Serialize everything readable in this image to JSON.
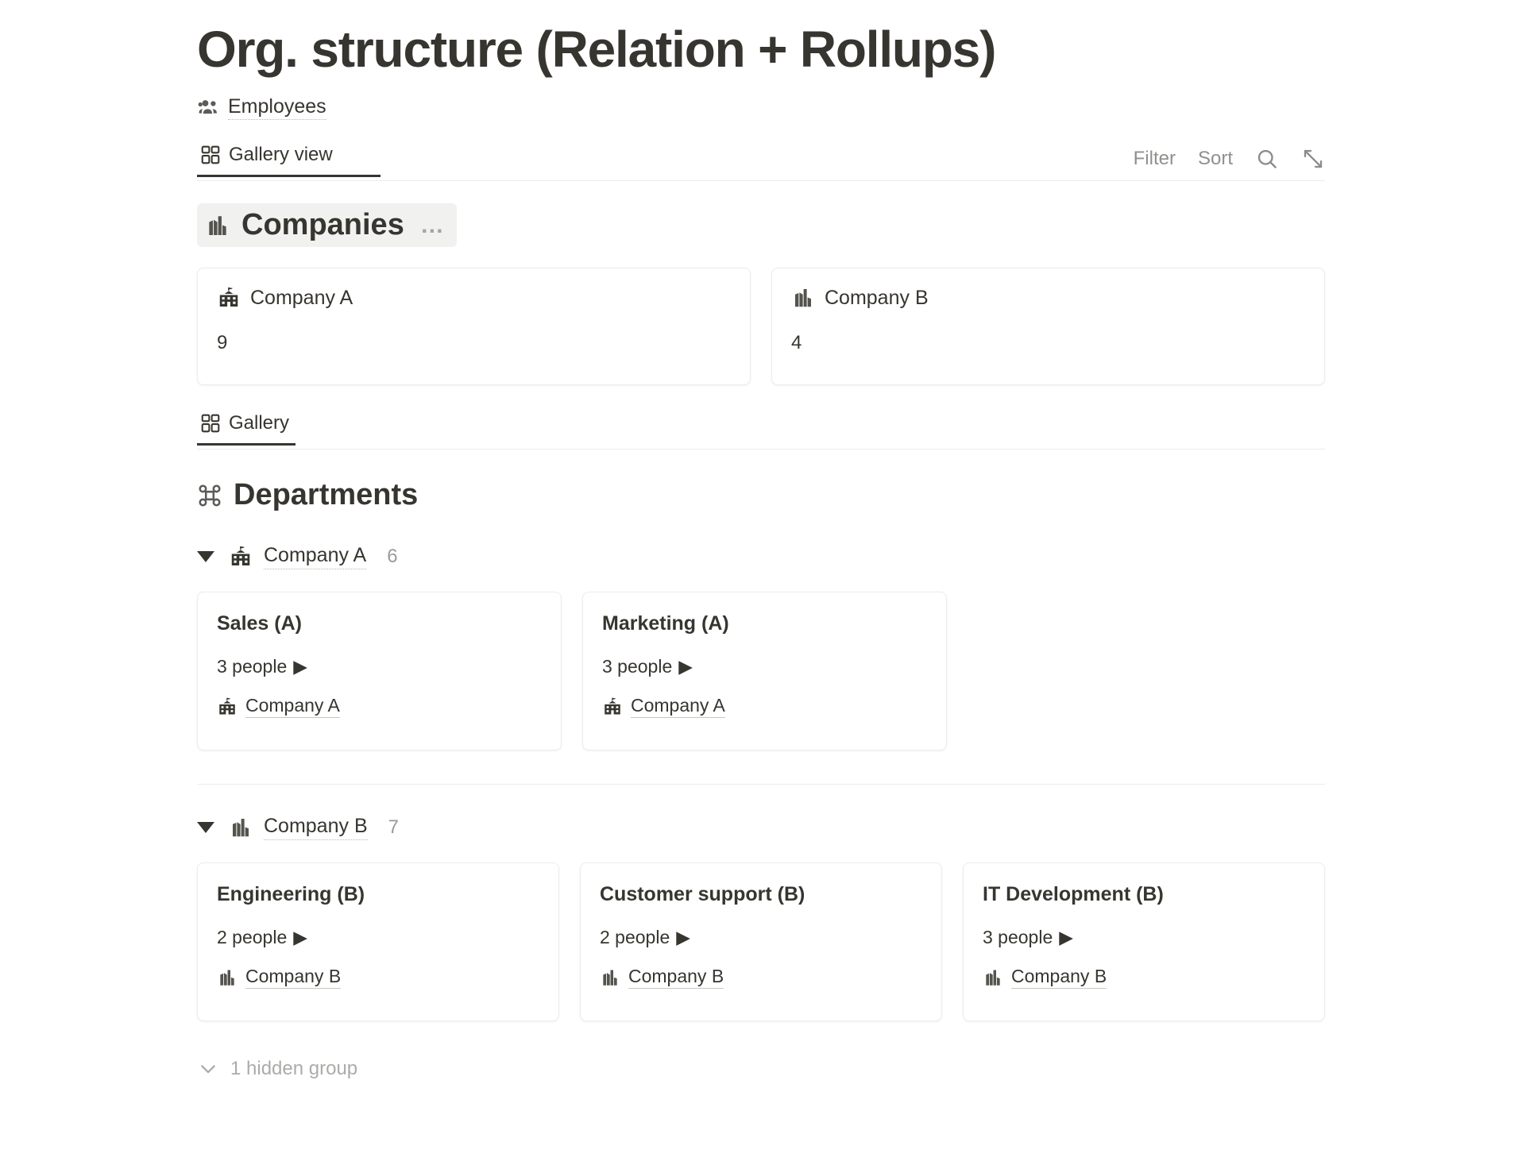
{
  "page": {
    "title": "Org. structure (Relation + Rollups)"
  },
  "source": {
    "icon": "people-group-icon",
    "label": "Employees"
  },
  "viewbar": {
    "tabs": [
      {
        "icon": "gallery-grid-icon",
        "label": "Gallery view",
        "active": true
      }
    ],
    "actions": [
      {
        "name": "filter",
        "label": "Filter"
      },
      {
        "name": "sort",
        "label": "Sort"
      },
      {
        "name": "search",
        "label": "search-icon"
      },
      {
        "name": "expand",
        "label": "expand-diagonal-icon"
      }
    ]
  },
  "companies_section": {
    "icon": "factory-building-icon",
    "title": "Companies",
    "menu": "…",
    "cards": [
      {
        "icon": "school-building-icon",
        "name": "Company A",
        "count": "9"
      },
      {
        "icon": "factory-building-icon",
        "name": "Company B",
        "count": "4"
      }
    ]
  },
  "gallery_tab": {
    "icon": "gallery-grid-icon",
    "label": "Gallery"
  },
  "departments_section": {
    "icon": "command-icon",
    "title": "Departments",
    "groups": [
      {
        "icon": "school-building-icon",
        "name": "Company A",
        "count": "6",
        "cards": [
          {
            "name": "Sales (A)",
            "people": "3 people",
            "people_arrow": "▶",
            "relation_icon": "school-building-icon",
            "relation": "Company A"
          },
          {
            "name": "Marketing (A)",
            "people": "3 people",
            "people_arrow": "▶",
            "relation_icon": "school-building-icon",
            "relation": "Company A"
          }
        ]
      },
      {
        "icon": "factory-building-icon",
        "name": "Company B",
        "count": "7",
        "cards": [
          {
            "name": "Engineering (B)",
            "people": "2 people",
            "people_arrow": "▶",
            "relation_icon": "factory-building-icon",
            "relation": "Company B"
          },
          {
            "name": "Customer support (B)",
            "people": "2 people",
            "people_arrow": "▶",
            "relation_icon": "factory-building-icon",
            "relation": "Company B"
          },
          {
            "name": "IT Development (B)",
            "people": "3 people",
            "people_arrow": "▶",
            "relation_icon": "factory-building-icon",
            "relation": "Company B"
          }
        ]
      }
    ],
    "hidden_group": {
      "icon": "chevron-down-icon",
      "label": "1 hidden group"
    }
  },
  "colors": {
    "text": "#37352f",
    "muted": "#9b9a97",
    "border": "#ececeb",
    "hover_bg": "#f1f1f0"
  }
}
